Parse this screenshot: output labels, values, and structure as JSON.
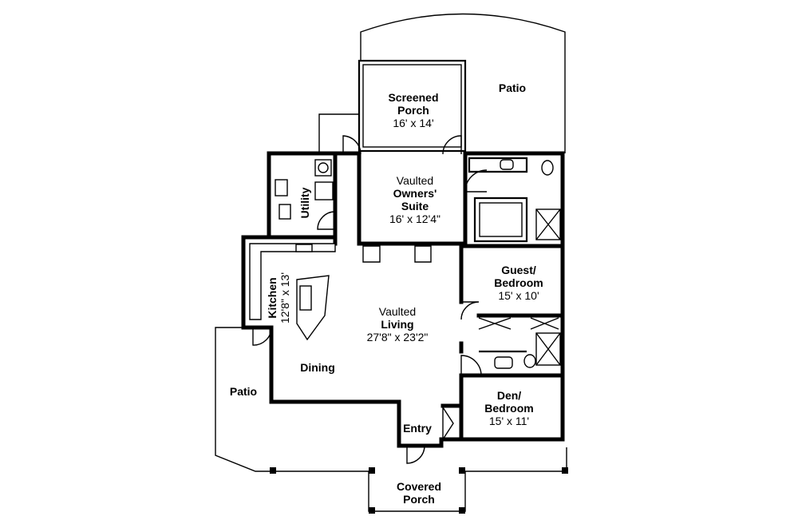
{
  "rooms": {
    "screened_porch": {
      "name_lines": [
        "Screened",
        "Porch"
      ],
      "dims": "16' x 14'"
    },
    "patio_top": {
      "name": "Patio"
    },
    "owners_suite": {
      "name_lines": [
        "Owners'",
        "Suite"
      ],
      "prefix": "Vaulted",
      "dims": "16' x 12'4\""
    },
    "utility": {
      "name": "Utility"
    },
    "kitchen": {
      "name": "Kitchen",
      "dims": "12'8\" x 13'"
    },
    "living": {
      "prefix": "Vaulted",
      "name": "Living",
      "dims": "27'8\" x 23'2\""
    },
    "guest_bedroom": {
      "name_lines": [
        "Guest/",
        "Bedroom"
      ],
      "dims": "15' x 10'"
    },
    "dining": {
      "name": "Dining"
    },
    "patio_left": {
      "name": "Patio"
    },
    "den_bedroom": {
      "name_lines": [
        "Den/",
        "Bedroom"
      ],
      "dims": "15' x 11'"
    },
    "entry": {
      "name": "Entry"
    },
    "covered_porch": {
      "name_lines": [
        "Covered",
        "Porch"
      ]
    }
  }
}
